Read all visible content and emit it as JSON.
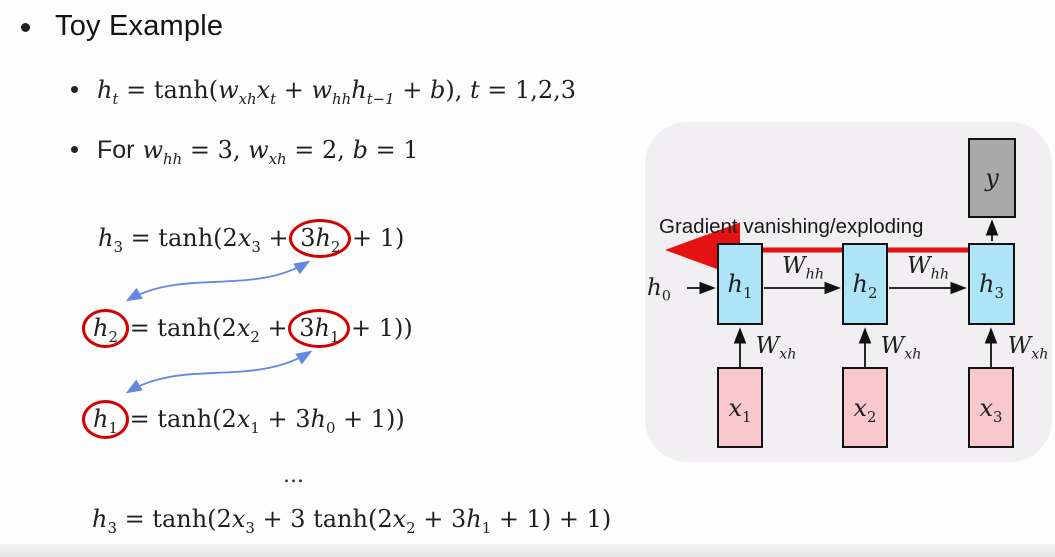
{
  "colors": {
    "h_box": "#aee4f7",
    "x_box": "#f9c8cd",
    "y_box": "#a9a9a9",
    "panel": "#f1eff2",
    "red": "#e51212",
    "circle": "#d40000",
    "blue_arrow": "#6488dd"
  },
  "slide": {
    "bullet_glyph": "",
    "title": "Toy Example"
  },
  "bullets": {
    "definition": [
      {
        "t": "i",
        "v": "h"
      },
      {
        "t": "sub",
        "v": "t"
      },
      {
        "t": "r",
        "v": " = tanh("
      },
      {
        "t": "i",
        "v": "w"
      },
      {
        "t": "sub",
        "v": "xh"
      },
      {
        "t": "i",
        "v": "x"
      },
      {
        "t": "sub",
        "v": "t"
      },
      {
        "t": "r",
        "v": " + "
      },
      {
        "t": "i",
        "v": "w"
      },
      {
        "t": "sub",
        "v": "hh"
      },
      {
        "t": "i",
        "v": "h"
      },
      {
        "t": "sub",
        "v": "t−1"
      },
      {
        "t": "r",
        "v": " + "
      },
      {
        "t": "i",
        "v": "b"
      },
      {
        "t": "r",
        "v": "), "
      },
      {
        "t": "i",
        "v": "t"
      },
      {
        "t": "r",
        "v": " = 1,2,3"
      }
    ],
    "params_prefix": "For",
    "params": [
      {
        "t": "i",
        "v": "w"
      },
      {
        "t": "sub",
        "v": "hh"
      },
      {
        "t": "r",
        "v": " = 3, "
      },
      {
        "t": "i",
        "v": "w"
      },
      {
        "t": "sub",
        "v": "xh"
      },
      {
        "t": "r",
        "v": " = 2, "
      },
      {
        "t": "i",
        "v": "b"
      },
      {
        "t": "r",
        "v": " = 1"
      }
    ]
  },
  "equations": {
    "eq_h3": [
      {
        "t": "i",
        "v": "h"
      },
      {
        "t": "sub",
        "v": "3"
      },
      {
        "t": "r",
        "v": " = tanh(2"
      },
      {
        "t": "i",
        "v": "x"
      },
      {
        "t": "sub",
        "v": "3"
      },
      {
        "t": "r",
        "v": " + "
      },
      {
        "t": "circ",
        "v": [
          {
            "t": "r",
            "v": "3"
          },
          {
            "t": "i",
            "v": "h"
          },
          {
            "t": "sub",
            "v": "2"
          }
        ]
      },
      {
        "t": "r",
        "v": " + 1)"
      }
    ],
    "eq_h2": [
      {
        "t": "circ",
        "v": [
          {
            "t": "i",
            "v": "h"
          },
          {
            "t": "sub",
            "v": "2"
          }
        ]
      },
      {
        "t": "r",
        "v": " = tanh(2"
      },
      {
        "t": "i",
        "v": "x"
      },
      {
        "t": "sub",
        "v": "2"
      },
      {
        "t": "r",
        "v": " + "
      },
      {
        "t": "circ",
        "v": [
          {
            "t": "r",
            "v": "3"
          },
          {
            "t": "i",
            "v": "h"
          },
          {
            "t": "sub",
            "v": "1"
          }
        ]
      },
      {
        "t": "r",
        "v": " + 1))"
      }
    ],
    "eq_h1": [
      {
        "t": "circ",
        "v": [
          {
            "t": "i",
            "v": "h"
          },
          {
            "t": "sub",
            "v": "1"
          }
        ]
      },
      {
        "t": "r",
        "v": " = tanh(2"
      },
      {
        "t": "i",
        "v": "x"
      },
      {
        "t": "sub",
        "v": "1"
      },
      {
        "t": "r",
        "v": " + 3"
      },
      {
        "t": "i",
        "v": "h"
      },
      {
        "t": "sub",
        "v": "0"
      },
      {
        "t": "r",
        "v": " + 1))"
      }
    ],
    "dots": "...",
    "eq_expanded": [
      {
        "t": "i",
        "v": "h"
      },
      {
        "t": "sub",
        "v": "3"
      },
      {
        "t": "r",
        "v": " = tanh(2"
      },
      {
        "t": "i",
        "v": "x"
      },
      {
        "t": "sub",
        "v": "3"
      },
      {
        "t": "r",
        "v": " + 3 tanh(2"
      },
      {
        "t": "i",
        "v": "x"
      },
      {
        "t": "sub",
        "v": "2"
      },
      {
        "t": "r",
        "v": " + 3"
      },
      {
        "t": "i",
        "v": "h"
      },
      {
        "t": "sub",
        "v": "1"
      },
      {
        "t": "r",
        "v": " + 1) + 1)"
      }
    ]
  },
  "diagram": {
    "caption": "Gradient vanishing/exploding",
    "nodes": {
      "y": [
        {
          "t": "i",
          "v": "y"
        }
      ],
      "h0": [
        {
          "t": "i",
          "v": "h"
        },
        {
          "t": "sub",
          "v": "0"
        }
      ],
      "h1": [
        {
          "t": "i",
          "v": "h"
        },
        {
          "t": "sub",
          "v": "1"
        }
      ],
      "h2": [
        {
          "t": "i",
          "v": "h"
        },
        {
          "t": "sub",
          "v": "2"
        }
      ],
      "h3": [
        {
          "t": "i",
          "v": "h"
        },
        {
          "t": "sub",
          "v": "3"
        }
      ],
      "x1": [
        {
          "t": "i",
          "v": "x"
        },
        {
          "t": "sub",
          "v": "1"
        }
      ],
      "x2": [
        {
          "t": "i",
          "v": "x"
        },
        {
          "t": "sub",
          "v": "2"
        }
      ],
      "x3": [
        {
          "t": "i",
          "v": "x"
        },
        {
          "t": "sub",
          "v": "3"
        }
      ]
    },
    "edge_labels": {
      "whh": [
        {
          "t": "i",
          "v": "W"
        },
        {
          "t": "sub",
          "v": "hh"
        }
      ],
      "wxh": [
        {
          "t": "i",
          "v": "W"
        },
        {
          "t": "sub",
          "v": "xh"
        }
      ]
    }
  }
}
